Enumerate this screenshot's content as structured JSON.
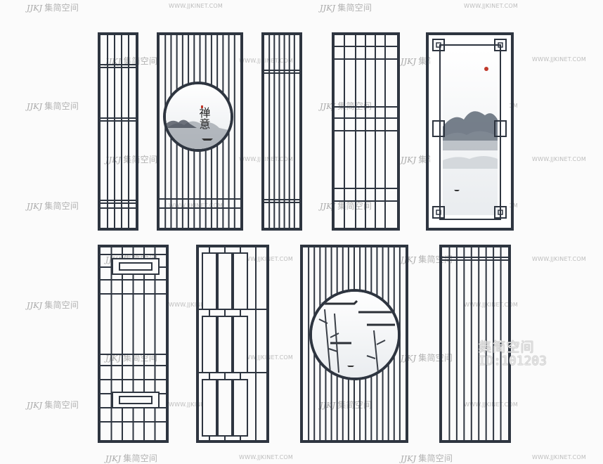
{
  "watermark": {
    "logo": "JJKJ",
    "brand": "集简空间",
    "url": "WWW.JJKINET.COM"
  },
  "panel1_calligraphy": "禅意",
  "stamp": {
    "brand": "集简空间",
    "id": "ID:101203"
  },
  "colors": {
    "frame": "#2e3540",
    "background": "#fbfbfb",
    "ink": "#4a5260"
  },
  "panels": [
    {
      "name": "panel-slim-grid-left",
      "style": "vertical-slats-with-bands"
    },
    {
      "name": "panel-round-window-zen",
      "style": "vertical-slats-round-painting"
    },
    {
      "name": "panel-slim-vertical",
      "style": "vertical-slats"
    },
    {
      "name": "panel-square-lattice",
      "style": "grid-lattice"
    },
    {
      "name": "panel-landscape-painting",
      "style": "fret-frame-landscape"
    },
    {
      "name": "panel-fret-pattern",
      "style": "fret-lattice"
    },
    {
      "name": "panel-hex-links",
      "style": "linked-lattice"
    },
    {
      "name": "panel-round-window-bamboo",
      "style": "vertical-slats-round-painting"
    },
    {
      "name": "panel-plain-vertical",
      "style": "vertical-slats"
    }
  ]
}
